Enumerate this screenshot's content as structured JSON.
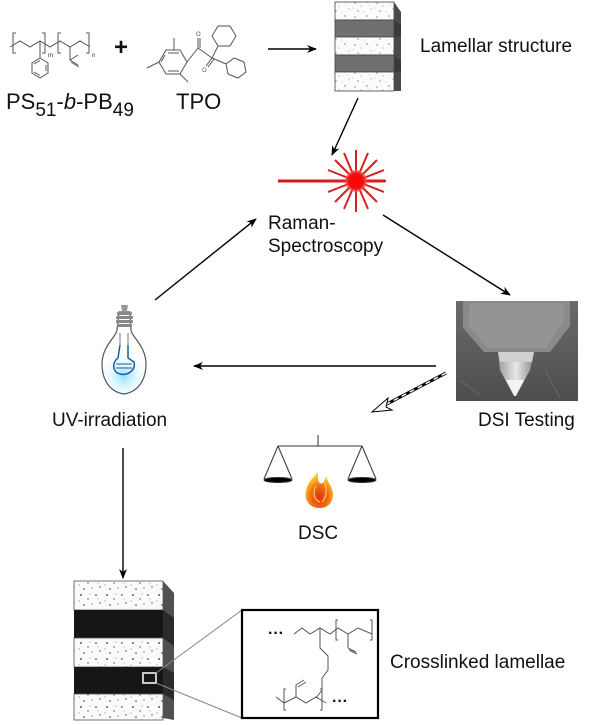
{
  "diagram": {
    "title": "Workflow: block copolymer crosslinking and characterization",
    "reactants": {
      "copolymer": {
        "label_prefix": "PS",
        "label_sub1": "51",
        "label_mid": "-",
        "label_italic": "b",
        "label_mid2": "-PB",
        "label_sub2": "49",
        "repeat_m": "m",
        "repeat_n": "n"
      },
      "plus_sign": "+",
      "photoinitiator": {
        "label": "TPO"
      }
    },
    "nodes": {
      "lamellar": {
        "label": "Lamellar structure"
      },
      "raman": {
        "label_line1": "Raman-",
        "label_line2": "Spectroscopy"
      },
      "dsi": {
        "label": "DSI Testing"
      },
      "uv": {
        "label": "UV-irradiation"
      },
      "dsc": {
        "label": "DSC"
      },
      "crosslinked": {
        "label": "Crosslinked lamellae",
        "chain_ellipsis_top": "···",
        "chain_ellipsis_bottom": "···"
      }
    },
    "edges": [
      {
        "from": "reactants",
        "to": "lamellar",
        "style": "solid"
      },
      {
        "from": "lamellar",
        "to": "raman",
        "style": "solid"
      },
      {
        "from": "raman",
        "to": "dsi",
        "style": "solid"
      },
      {
        "from": "dsi",
        "to": "uv",
        "style": "solid"
      },
      {
        "from": "uv",
        "to": "raman",
        "style": "solid"
      },
      {
        "from": "dsi",
        "to": "dsc",
        "style": "dashed"
      },
      {
        "from": "uv",
        "to": "crosslinked",
        "style": "solid"
      }
    ],
    "colors": {
      "laser_red": "#e01010",
      "bulb_blue": "#4ab8e8",
      "flame_orange": "#f07010",
      "lamella_dark_top": "#6e6e6e",
      "lamella_dark_bottom": "#151515",
      "sem_gray": "#5a5a5a"
    }
  }
}
